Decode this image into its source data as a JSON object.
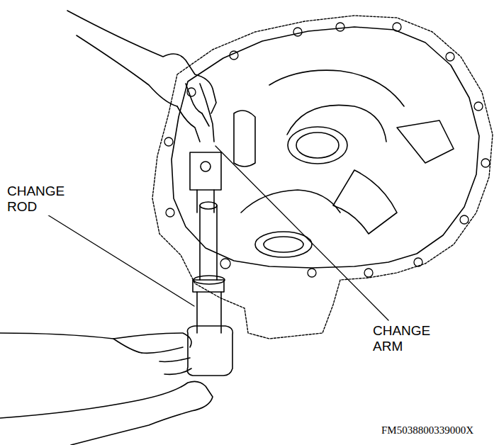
{
  "diagram": {
    "labels": [
      "CHANGE ROD",
      "CHANGE ARM",
      "FM5038800339000X"
    ]
  }
}
